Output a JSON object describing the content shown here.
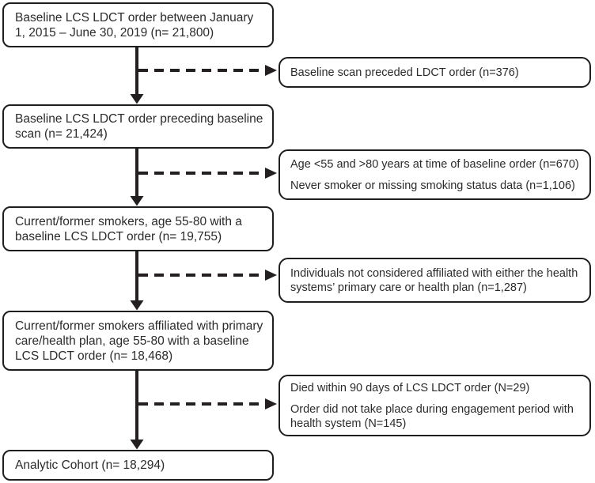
{
  "colors": {
    "box_border": "#1e1e1e",
    "box_fill": "#ffffff",
    "text": "#2b2b2b",
    "line": "#231f20",
    "background": "#ffffff"
  },
  "flow": {
    "main_boxes": [
      {
        "lines": [
          "Baseline LCS LDCT order between January",
          "1, 2015 – June 30, 2019 (n= 21,800)"
        ]
      },
      {
        "lines": [
          "Baseline LCS LDCT order preceding baseline",
          "scan (n= 21,424)"
        ]
      },
      {
        "lines": [
          "Current/former smokers, age 55-80 with a",
          "baseline LCS LDCT order (n= 19,755)"
        ]
      },
      {
        "lines": [
          "Current/former smokers affiliated with primary",
          "care/health plan, age 55-80 with a baseline",
          "LCS LDCT order (n= 18,468)"
        ]
      },
      {
        "lines": [
          "Analytic Cohort (n= 18,294)"
        ]
      }
    ],
    "side_boxes": [
      {
        "paragraphs": [
          [
            "Baseline scan preceded LDCT order (n=376)"
          ]
        ]
      },
      {
        "paragraphs": [
          [
            "Age <55 and >80 years at time of baseline order (n=670)"
          ],
          [
            "Never smoker or missing smoking status data (n=1,106)"
          ]
        ]
      },
      {
        "paragraphs": [
          [
            "Individuals not considered affiliated with either the health",
            "systems’ primary care or health plan (n=1,287)"
          ]
        ]
      },
      {
        "paragraphs": [
          [
            "Died within 90 days of LCS LDCT order (N=29)"
          ],
          [
            "Order did not take place during engagement period with",
            "health system (N=145)"
          ]
        ]
      }
    ]
  }
}
